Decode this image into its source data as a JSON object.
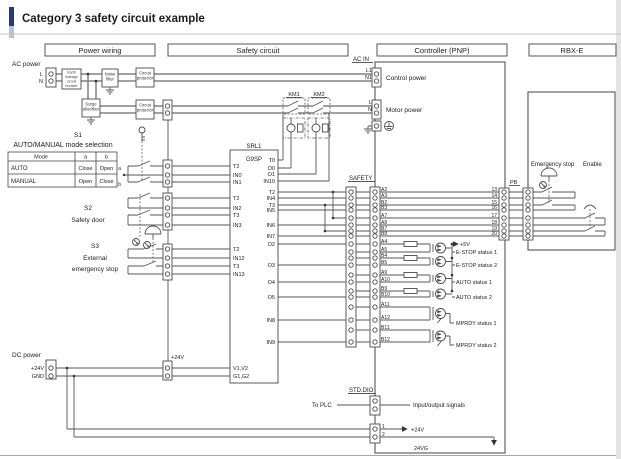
{
  "title": "Category 3 safety circuit example",
  "sections": {
    "power_wiring": "Power wiring",
    "safety_circuit": "Safety circuit",
    "controller": "Controller (PNP)",
    "rbx": "RBX-E"
  },
  "power": {
    "ac_power": "AC power",
    "l": "L",
    "n": "N",
    "earth_leakage": [
      "Earth",
      "leakage",
      "circuit",
      "breaker"
    ],
    "noise_filter": [
      "Noise",
      "filter"
    ],
    "circuit_protector": [
      "Circuit",
      "protector"
    ],
    "surge_absorber": [
      "Surge",
      "absorber"
    ]
  },
  "controller": {
    "ac_in": "AC IN",
    "l1": "L1",
    "n1": "N1",
    "control_power": "Control power",
    "l": "L",
    "n": "N",
    "motor_power": "Motor power",
    "safety": "SAFETY",
    "pb": "PB",
    "std_dio": "STD.DIO",
    "to_plc": "To PLC",
    "io_signals": "Input/output signals",
    "pin1": "1",
    "pin2": "2",
    "p24v": "+24V",
    "v24g": "24VG"
  },
  "km": {
    "km1": "KM1",
    "km2": "KM2"
  },
  "s1": {
    "id": "S1",
    "label": "AUTO/MANUAL mode selection",
    "a": "a",
    "b": "b",
    "table": {
      "headers": [
        "Mode",
        "a",
        "b"
      ],
      "rows": [
        [
          "AUTO",
          "Close",
          "Open"
        ],
        [
          "MANUAL",
          "Open",
          "Close"
        ]
      ]
    }
  },
  "s2": {
    "id": "S2",
    "label": "Safety door"
  },
  "s3": {
    "id": "S3",
    "label1": "External",
    "label2": "emergency stop"
  },
  "dc": {
    "label": "DC power",
    "p24v": "+24V",
    "gnd": "GND",
    "bus": "+24V"
  },
  "g9sp": {
    "name": "SRL1",
    "model": "G9SP",
    "left": [
      "T2",
      "IN0",
      "IN1",
      "T2",
      "IN2",
      "T3",
      "IN3",
      "T2",
      "IN12",
      "T3",
      "IN13",
      "V1,V2",
      "G1,G2"
    ],
    "right": [
      "T0",
      "O0",
      "O1",
      "IN10",
      "T2",
      "IN4",
      "T3",
      "IN5",
      "IN6",
      "IN7",
      "O2",
      "O3",
      "O4",
      "O5",
      "IN8",
      "IN9"
    ]
  },
  "safety_pins": [
    "A2",
    "A3",
    "B2",
    "B3",
    "A7",
    "A8",
    "B7",
    "B8",
    "A4",
    "A5",
    "B4",
    "B5",
    "A9",
    "A10",
    "B9",
    "B10",
    "A11",
    "A12",
    "B11",
    "B12"
  ],
  "pb_pins": [
    "13",
    "14",
    "15",
    "16",
    "17",
    "18",
    "19",
    "20"
  ],
  "status": {
    "p5v": "+5V",
    "labels": [
      "E-STOP status 1",
      "E-STOP status 2",
      "AUTO status 1",
      "AUTO status 2",
      "MPRDY status 1",
      "MPRDY status 2"
    ]
  },
  "rbx": {
    "emergency_stop": "Emergency stop",
    "enable": "Enable"
  },
  "colors": {
    "accent_bar": "#25397a",
    "accent_bar_light": "#b9c3d6"
  }
}
